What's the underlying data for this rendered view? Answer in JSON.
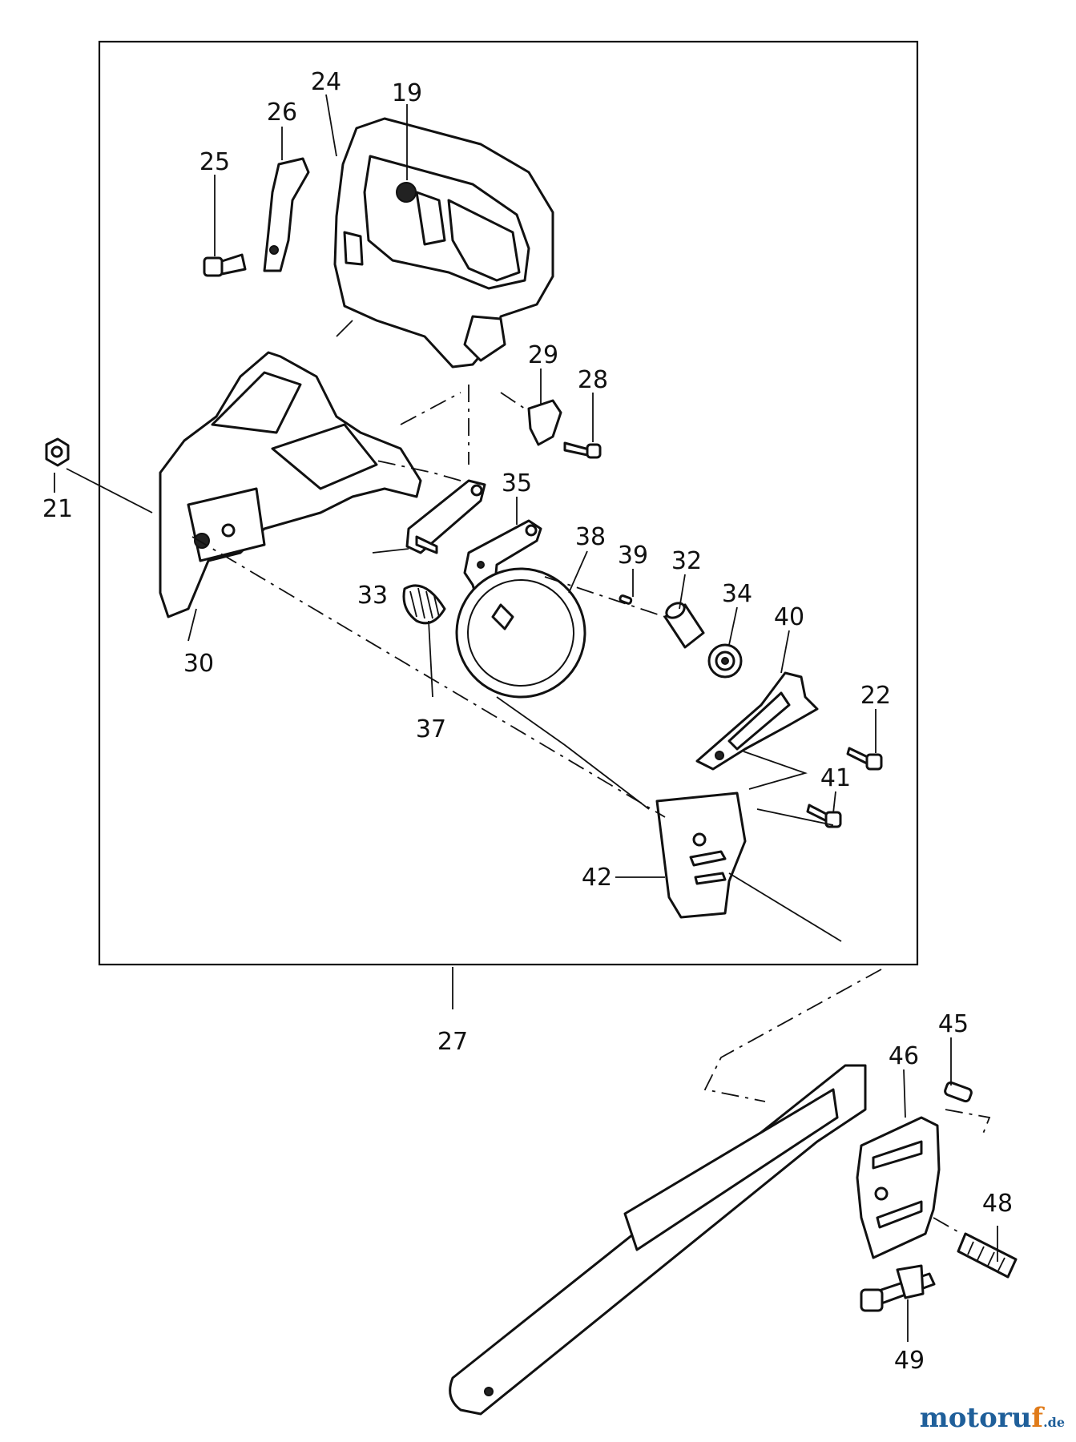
{
  "watermark": {
    "main": "motoru",
    "accent": "f",
    "tld": ".de"
  },
  "callouts": [
    "19",
    "24",
    "26",
    "25",
    "29",
    "28",
    "21",
    "35",
    "38",
    "39",
    "32",
    "34",
    "40",
    "33",
    "30",
    "37",
    "22",
    "41",
    "42",
    "27",
    "45",
    "46",
    "48",
    "49"
  ]
}
